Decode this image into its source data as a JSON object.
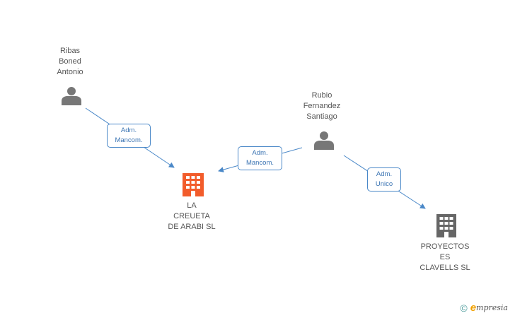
{
  "nodes": {
    "ribas": {
      "lines": [
        "Ribas",
        "Boned",
        "Antonio"
      ],
      "type": "person"
    },
    "rubio": {
      "lines": [
        "Rubio",
        "Fernandez",
        "Santiago"
      ],
      "type": "person"
    },
    "crueta": {
      "lines": [
        "LA",
        "CREUETA",
        "DE ARABI SL"
      ],
      "type": "company",
      "color": "#f25c2b"
    },
    "proyectos": {
      "lines": [
        "PROYECTOS",
        "ES",
        "CLAVELLS SL"
      ],
      "type": "company",
      "color": "#666666"
    }
  },
  "edges": {
    "ribas_crueta": {
      "lines": [
        "Adm.",
        "Mancom."
      ]
    },
    "rubio_crueta": {
      "lines": [
        "Adm.",
        "Mancom."
      ]
    },
    "rubio_proyectos": {
      "lines": [
        "Adm.",
        "Unico"
      ]
    }
  },
  "colors": {
    "edge": "#4a88c8",
    "person_icon": "#777777",
    "label_text": "#555555"
  },
  "watermark": {
    "copyright": "©",
    "brand_e": "e",
    "brand_rest": "mpresia"
  }
}
